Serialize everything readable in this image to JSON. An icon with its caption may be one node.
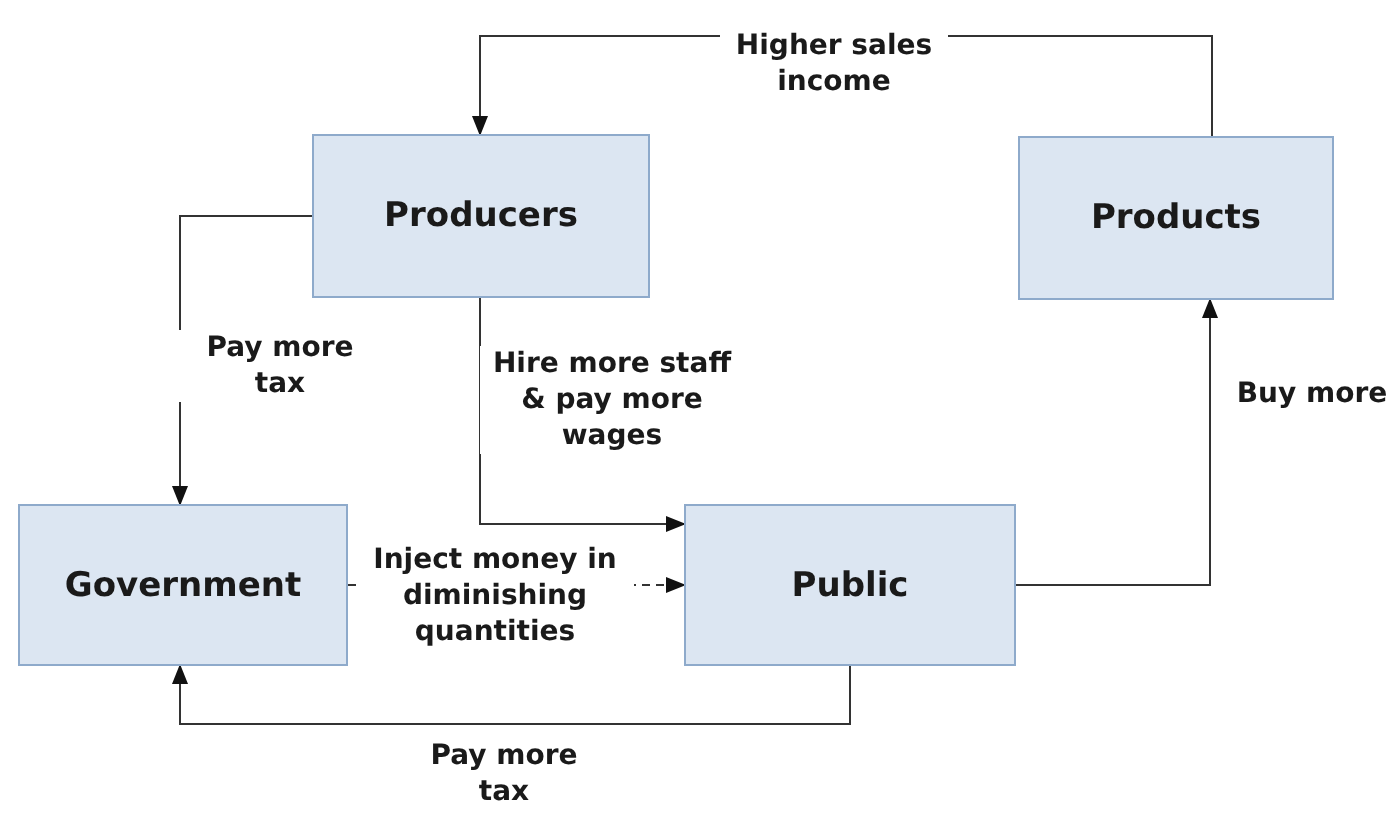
{
  "diagram": {
    "nodes": [
      {
        "text": [
          "Producers"
        ]
      },
      {
        "text": [
          "Products"
        ]
      },
      {
        "text": [
          "Government"
        ]
      },
      {
        "text": [
          "Public"
        ]
      }
    ],
    "edges": [
      {
        "from": 1,
        "to": 0,
        "arrow": "to",
        "label": "Higher sales income"
      },
      {
        "from": 0,
        "to": 2,
        "arrow": "to",
        "label": "Pay more tax"
      },
      {
        "from": 0,
        "to": 3,
        "arrow": "to",
        "label": "Hire more staff & pay more wages"
      },
      {
        "from": 2,
        "to": 3,
        "arrow": "to",
        "label": "Inject money in diminishing quantities",
        "style": "dashed"
      },
      {
        "from": 3,
        "to": 2,
        "arrow": "to",
        "label": "Pay more tax"
      },
      {
        "from": 3,
        "to": 1,
        "arrow": "to",
        "label": "Buy more"
      }
    ]
  }
}
